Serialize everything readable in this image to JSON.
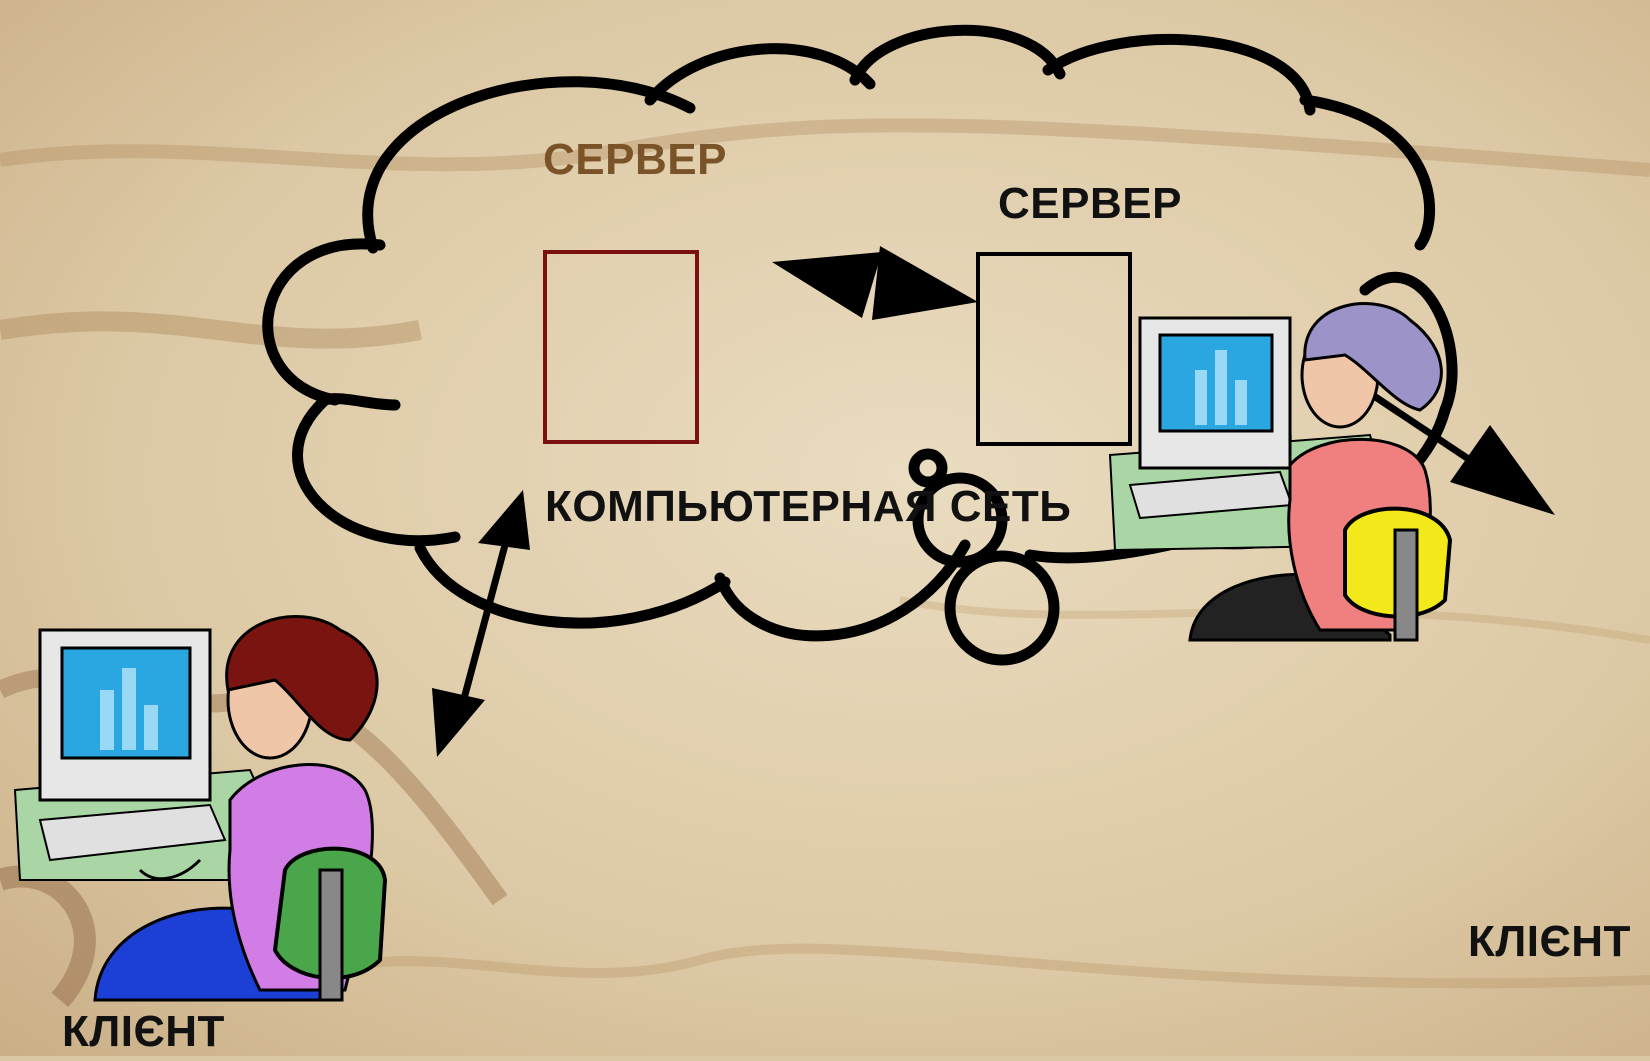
{
  "labels": {
    "server_left": "СЕРВЕР",
    "server_right": "СЕРВЕР",
    "network": "КОМПЬЮТЕРНАЯ СЕТЬ",
    "client_left": "КЛІЄНТ",
    "client_right": "КЛІЄНТ"
  },
  "colors": {
    "background": "#d9c7a5",
    "outline": "#000000",
    "server_left_text": "#7a5428",
    "server_left_box": "#7a1010",
    "text": "#111111",
    "client_left_shirt": "#d27de6",
    "client_left_hair": "#7a1410",
    "client_left_chair": "#4aa64a",
    "client_left_pants": "#1c3fd6",
    "client_right_shirt": "#f08080",
    "client_right_hair": "#9c94c8",
    "client_right_chair": "#f2e81a",
    "client_right_pants": "#222222",
    "screen": "#2aa6e0",
    "desk": "#a9d6a4"
  },
  "icons": {
    "client_left": "person-at-computer-icon",
    "client_right": "person-at-computer-icon"
  }
}
